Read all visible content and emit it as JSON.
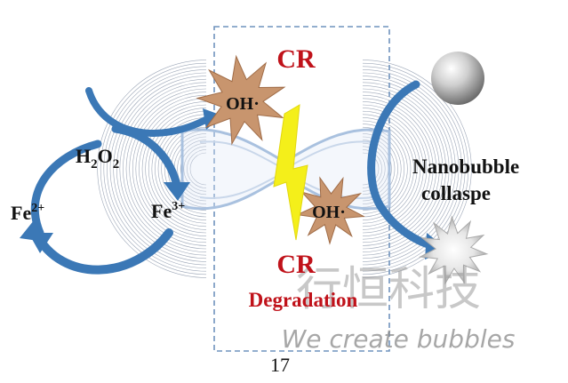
{
  "labels": {
    "cr_top": "CR",
    "oh_top": "OH·",
    "h2o2_h": "H",
    "h2o2_2a": "2",
    "h2o2_o": "O",
    "h2o2_2b": "2",
    "fe2_base": "Fe",
    "fe2_sup": "2+",
    "fe3_base": "Fe",
    "fe3_sup": "3+",
    "oh_bottom": "OH·",
    "nanobubble_line1": "Nanobubble",
    "nanobubble_line2": "collaspe",
    "cr_bottom": "CR",
    "degradation": "Degradation",
    "page_number": "17"
  },
  "watermark": {
    "chinese": "行恒科技",
    "slogan": "We create bubbles"
  },
  "colors": {
    "cr_red": "#c0121a",
    "arrow_blue": "#3b78b6",
    "star_fill": "#c8956e",
    "bolt_yellow": "#f4ef1a",
    "box_dash": "#6f93bd",
    "field_lines": "#7d8aa0",
    "watermark_gray": "#9a9a9a"
  }
}
